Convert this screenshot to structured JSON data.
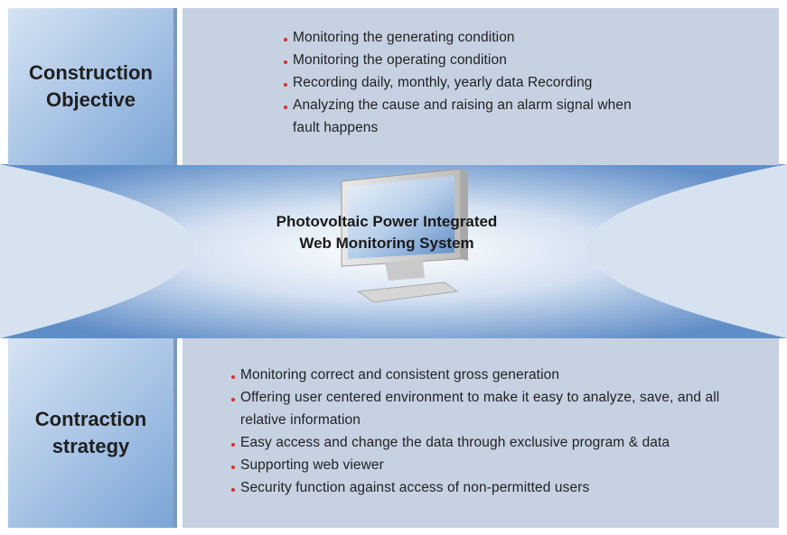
{
  "top": {
    "heading_line1": "Construction",
    "heading_line2": "Objective",
    "items": [
      "Monitoring the generating condition",
      "Monitoring the operating condition",
      "Recording daily, monthly, yearly data Recording",
      "Analyzing the cause and raising an alarm signal when fault happens"
    ]
  },
  "center": {
    "title_line1": "Photovoltaic Power Integrated",
    "title_line2": "Web Monitoring System"
  },
  "bottom": {
    "heading_line1": "Contraction",
    "heading_line2": "strategy",
    "items": [
      "Monitoring correct and consistent gross generation",
      "Offering user centered environment to make it easy to analyze, save, and all relative information",
      "Easy access and change the data through exclusive program & data",
      "Supporting web viewer",
      "Security function against access of non-permitted users"
    ]
  },
  "colors": {
    "panel": "#c6d1e2",
    "accent_dark": "#7aa5d6",
    "bullet": "#d2322b"
  }
}
